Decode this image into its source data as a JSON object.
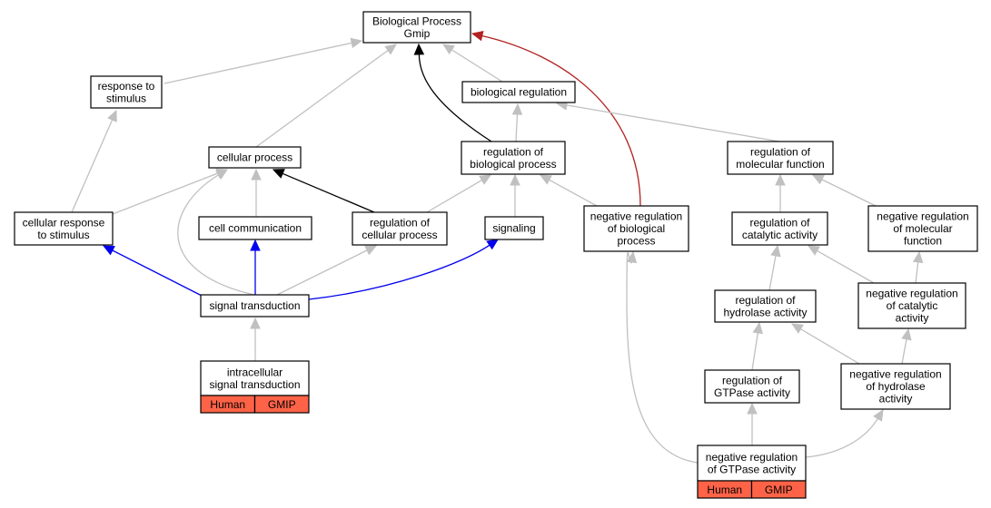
{
  "colors": {
    "is_a": "#c0c0c0",
    "part_of": "#000000",
    "regulates": "#0000ee",
    "negatively_regulates": "#b22222",
    "badge_fill": "#ff6347"
  },
  "nodes": [
    {
      "id": "bp",
      "lines": [
        "Biological Process",
        "Gmip"
      ]
    },
    {
      "id": "rts",
      "lines": [
        "response to",
        "stimulus"
      ]
    },
    {
      "id": "breg",
      "lines": [
        "biological regulation"
      ]
    },
    {
      "id": "cp",
      "lines": [
        "cellular process"
      ]
    },
    {
      "id": "rbp",
      "lines": [
        "regulation of",
        "biological process"
      ]
    },
    {
      "id": "rmf",
      "lines": [
        "regulation of",
        "molecular function"
      ]
    },
    {
      "id": "crs",
      "lines": [
        "cellular response",
        "to stimulus"
      ]
    },
    {
      "id": "cc",
      "lines": [
        "cell communication"
      ]
    },
    {
      "id": "rcp",
      "lines": [
        "regulation of",
        "cellular process"
      ]
    },
    {
      "id": "sig",
      "lines": [
        "signaling"
      ]
    },
    {
      "id": "nrbp",
      "lines": [
        "negative regulation",
        "of biological",
        "process"
      ]
    },
    {
      "id": "rca",
      "lines": [
        "regulation of",
        "catalytic activity"
      ]
    },
    {
      "id": "nrmf",
      "lines": [
        "negative regulation",
        "of molecular",
        "function"
      ]
    },
    {
      "id": "st",
      "lines": [
        "signal transduction"
      ]
    },
    {
      "id": "rha",
      "lines": [
        "regulation of",
        "hydrolase activity"
      ]
    },
    {
      "id": "nrca",
      "lines": [
        "negative regulation",
        "of catalytic",
        "activity"
      ]
    },
    {
      "id": "ist",
      "lines": [
        "intracellular",
        "signal transduction"
      ],
      "badges": [
        "Human",
        "GMIP"
      ]
    },
    {
      "id": "rgtp",
      "lines": [
        "regulation of",
        "GTPase activity"
      ]
    },
    {
      "id": "nrha",
      "lines": [
        "negative regulation",
        "of hydrolase",
        "activity"
      ]
    },
    {
      "id": "nrgtp",
      "lines": [
        "negative regulation",
        "of GTPase activity"
      ],
      "badges": [
        "Human",
        "GMIP"
      ]
    }
  ],
  "edges": [
    {
      "from": "rts",
      "to": "bp",
      "type": "is_a"
    },
    {
      "from": "cp",
      "to": "bp",
      "type": "is_a"
    },
    {
      "from": "breg",
      "to": "bp",
      "type": "is_a"
    },
    {
      "from": "rbp",
      "to": "bp",
      "type": "part_of"
    },
    {
      "from": "nrbp",
      "to": "bp",
      "type": "negatively_regulates"
    },
    {
      "from": "rbp",
      "to": "breg",
      "type": "is_a"
    },
    {
      "from": "rmf",
      "to": "breg",
      "type": "is_a"
    },
    {
      "from": "crs",
      "to": "rts",
      "type": "is_a"
    },
    {
      "from": "crs",
      "to": "cp",
      "type": "is_a"
    },
    {
      "from": "cc",
      "to": "cp",
      "type": "is_a"
    },
    {
      "from": "rcp",
      "to": "cp",
      "type": "part_of"
    },
    {
      "from": "st",
      "to": "cp",
      "type": "is_a"
    },
    {
      "from": "rcp",
      "to": "rbp",
      "type": "is_a"
    },
    {
      "from": "sig",
      "to": "rbp",
      "type": "is_a"
    },
    {
      "from": "nrbp",
      "to": "rbp",
      "type": "is_a"
    },
    {
      "from": "st",
      "to": "crs",
      "type": "regulates"
    },
    {
      "from": "st",
      "to": "cc",
      "type": "regulates"
    },
    {
      "from": "st",
      "to": "rcp",
      "type": "is_a"
    },
    {
      "from": "st",
      "to": "sig",
      "type": "regulates"
    },
    {
      "from": "ist",
      "to": "st",
      "type": "is_a"
    },
    {
      "from": "rca",
      "to": "rmf",
      "type": "is_a"
    },
    {
      "from": "nrmf",
      "to": "rmf",
      "type": "is_a"
    },
    {
      "from": "rha",
      "to": "rca",
      "type": "is_a"
    },
    {
      "from": "nrca",
      "to": "rca",
      "type": "is_a"
    },
    {
      "from": "nrca",
      "to": "nrmf",
      "type": "is_a"
    },
    {
      "from": "rgtp",
      "to": "rha",
      "type": "is_a"
    },
    {
      "from": "nrha",
      "to": "rha",
      "type": "is_a"
    },
    {
      "from": "nrha",
      "to": "nrca",
      "type": "is_a"
    },
    {
      "from": "nrgtp",
      "to": "rgtp",
      "type": "is_a"
    },
    {
      "from": "nrgtp",
      "to": "nrha",
      "type": "is_a"
    },
    {
      "from": "nrgtp",
      "to": "nrbp",
      "type": "is_a"
    }
  ]
}
